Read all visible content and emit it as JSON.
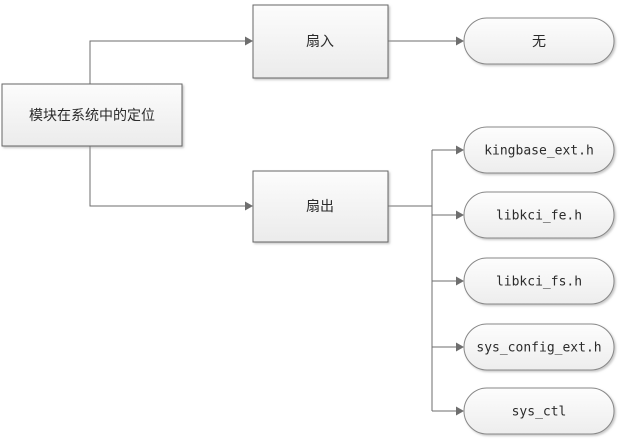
{
  "diagram": {
    "type": "tree",
    "colors": {
      "node_fill_top": "#fbfbfb",
      "node_fill_bottom": "#ececec",
      "node_stroke_rect": "#666666",
      "node_stroke_round": "#888888",
      "edge": "#6e6e6e",
      "text": "#2b2b2b",
      "background": "#ffffff"
    },
    "root": {
      "label": "模块在系统中的定位",
      "shape": "rectangle"
    },
    "branches": [
      {
        "label": "扇入",
        "shape": "rectangle",
        "children": [
          {
            "label": "无",
            "shape": "rounded"
          }
        ]
      },
      {
        "label": "扇出",
        "shape": "rectangle",
        "children": [
          {
            "label": "kingbase_ext.h",
            "shape": "rounded"
          },
          {
            "label": "libkci_fe.h",
            "shape": "rounded"
          },
          {
            "label": "libkci_fs.h",
            "shape": "rounded"
          },
          {
            "label": "sys_config_ext.h",
            "shape": "rounded"
          },
          {
            "label": "sys_ctl",
            "shape": "rounded"
          }
        ]
      }
    ]
  }
}
